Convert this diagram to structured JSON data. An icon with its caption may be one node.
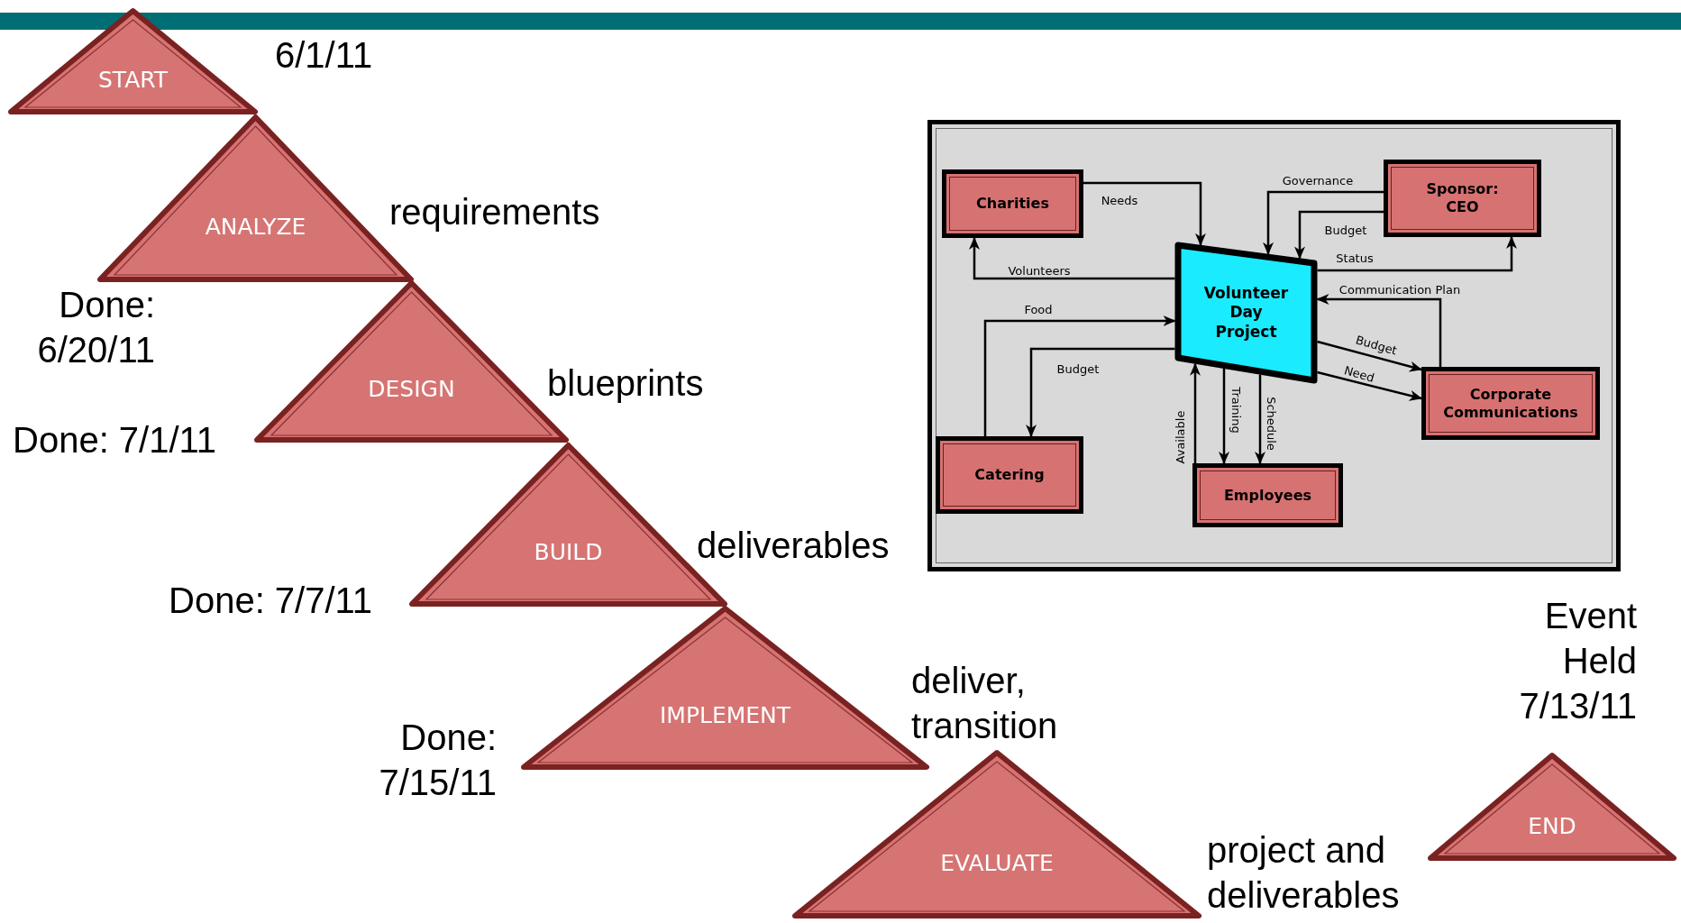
{
  "diagram": {
    "nodes": [
      {
        "text": [
          "START"
        ],
        "beside": [
          "6/1/11"
        ]
      },
      {
        "text": [
          "ANALYZE"
        ],
        "beside": [
          "requirements",
          "Done: 6/20/11"
        ]
      },
      {
        "text": [
          "DESIGN"
        ],
        "beside": [
          "blueprints",
          "Done: 7/1/11"
        ]
      },
      {
        "text": [
          "BUILD"
        ],
        "beside": [
          "deliverables",
          "Done: 7/7/11"
        ]
      },
      {
        "text": [
          "IMPLEMENT"
        ],
        "beside": [
          "deliver, transition",
          "Done: 7/15/11"
        ]
      },
      {
        "text": [
          "EVALUATE"
        ],
        "beside": [
          "project and deliverables"
        ]
      },
      {
        "text": [
          "END"
        ],
        "beside": [
          "Event Held 7/13/11"
        ]
      },
      {
        "text": [],
        "shape": "box"
      },
      {
        "text": [
          "Charities"
        ],
        "in": 7
      },
      {
        "text": [
          "Sponsor: CEO"
        ],
        "in": 7
      },
      {
        "text": [
          "Volunteer Day Project"
        ],
        "in": 7
      },
      {
        "text": [
          "Corporate Communications"
        ],
        "in": 7
      },
      {
        "text": [
          "Catering"
        ],
        "in": 7
      },
      {
        "text": [
          "Employees"
        ],
        "in": 7
      }
    ],
    "edges": [
      {
        "from": 8,
        "to": 10,
        "arrow": "to",
        "label": "Needs"
      },
      {
        "from": 10,
        "to": 8,
        "arrow": "to",
        "label": "Volunteers"
      },
      {
        "from": 12,
        "to": 10,
        "arrow": "to",
        "label": "Food"
      },
      {
        "from": 10,
        "to": 12,
        "arrow": "to",
        "label": "Budget"
      },
      {
        "from": 9,
        "to": 10,
        "arrow": "to",
        "label": "Governance"
      },
      {
        "from": 9,
        "to": 10,
        "arrow": "to",
        "label": "Budget"
      },
      {
        "from": 10,
        "to": 9,
        "arrow": "to",
        "label": "Status"
      },
      {
        "from": 11,
        "to": 10,
        "arrow": "to",
        "label": "Communication Plan"
      },
      {
        "from": 10,
        "to": 11,
        "arrow": "to",
        "label": "Budget"
      },
      {
        "from": 10,
        "to": 11,
        "arrow": "to",
        "label": "Need"
      },
      {
        "from": 13,
        "to": 10,
        "arrow": "to",
        "label": "Available"
      },
      {
        "from": 10,
        "to": 13,
        "arrow": "to",
        "label": "Training"
      },
      {
        "from": 10,
        "to": 13,
        "arrow": "to",
        "label": "Schedule"
      }
    ]
  }
}
